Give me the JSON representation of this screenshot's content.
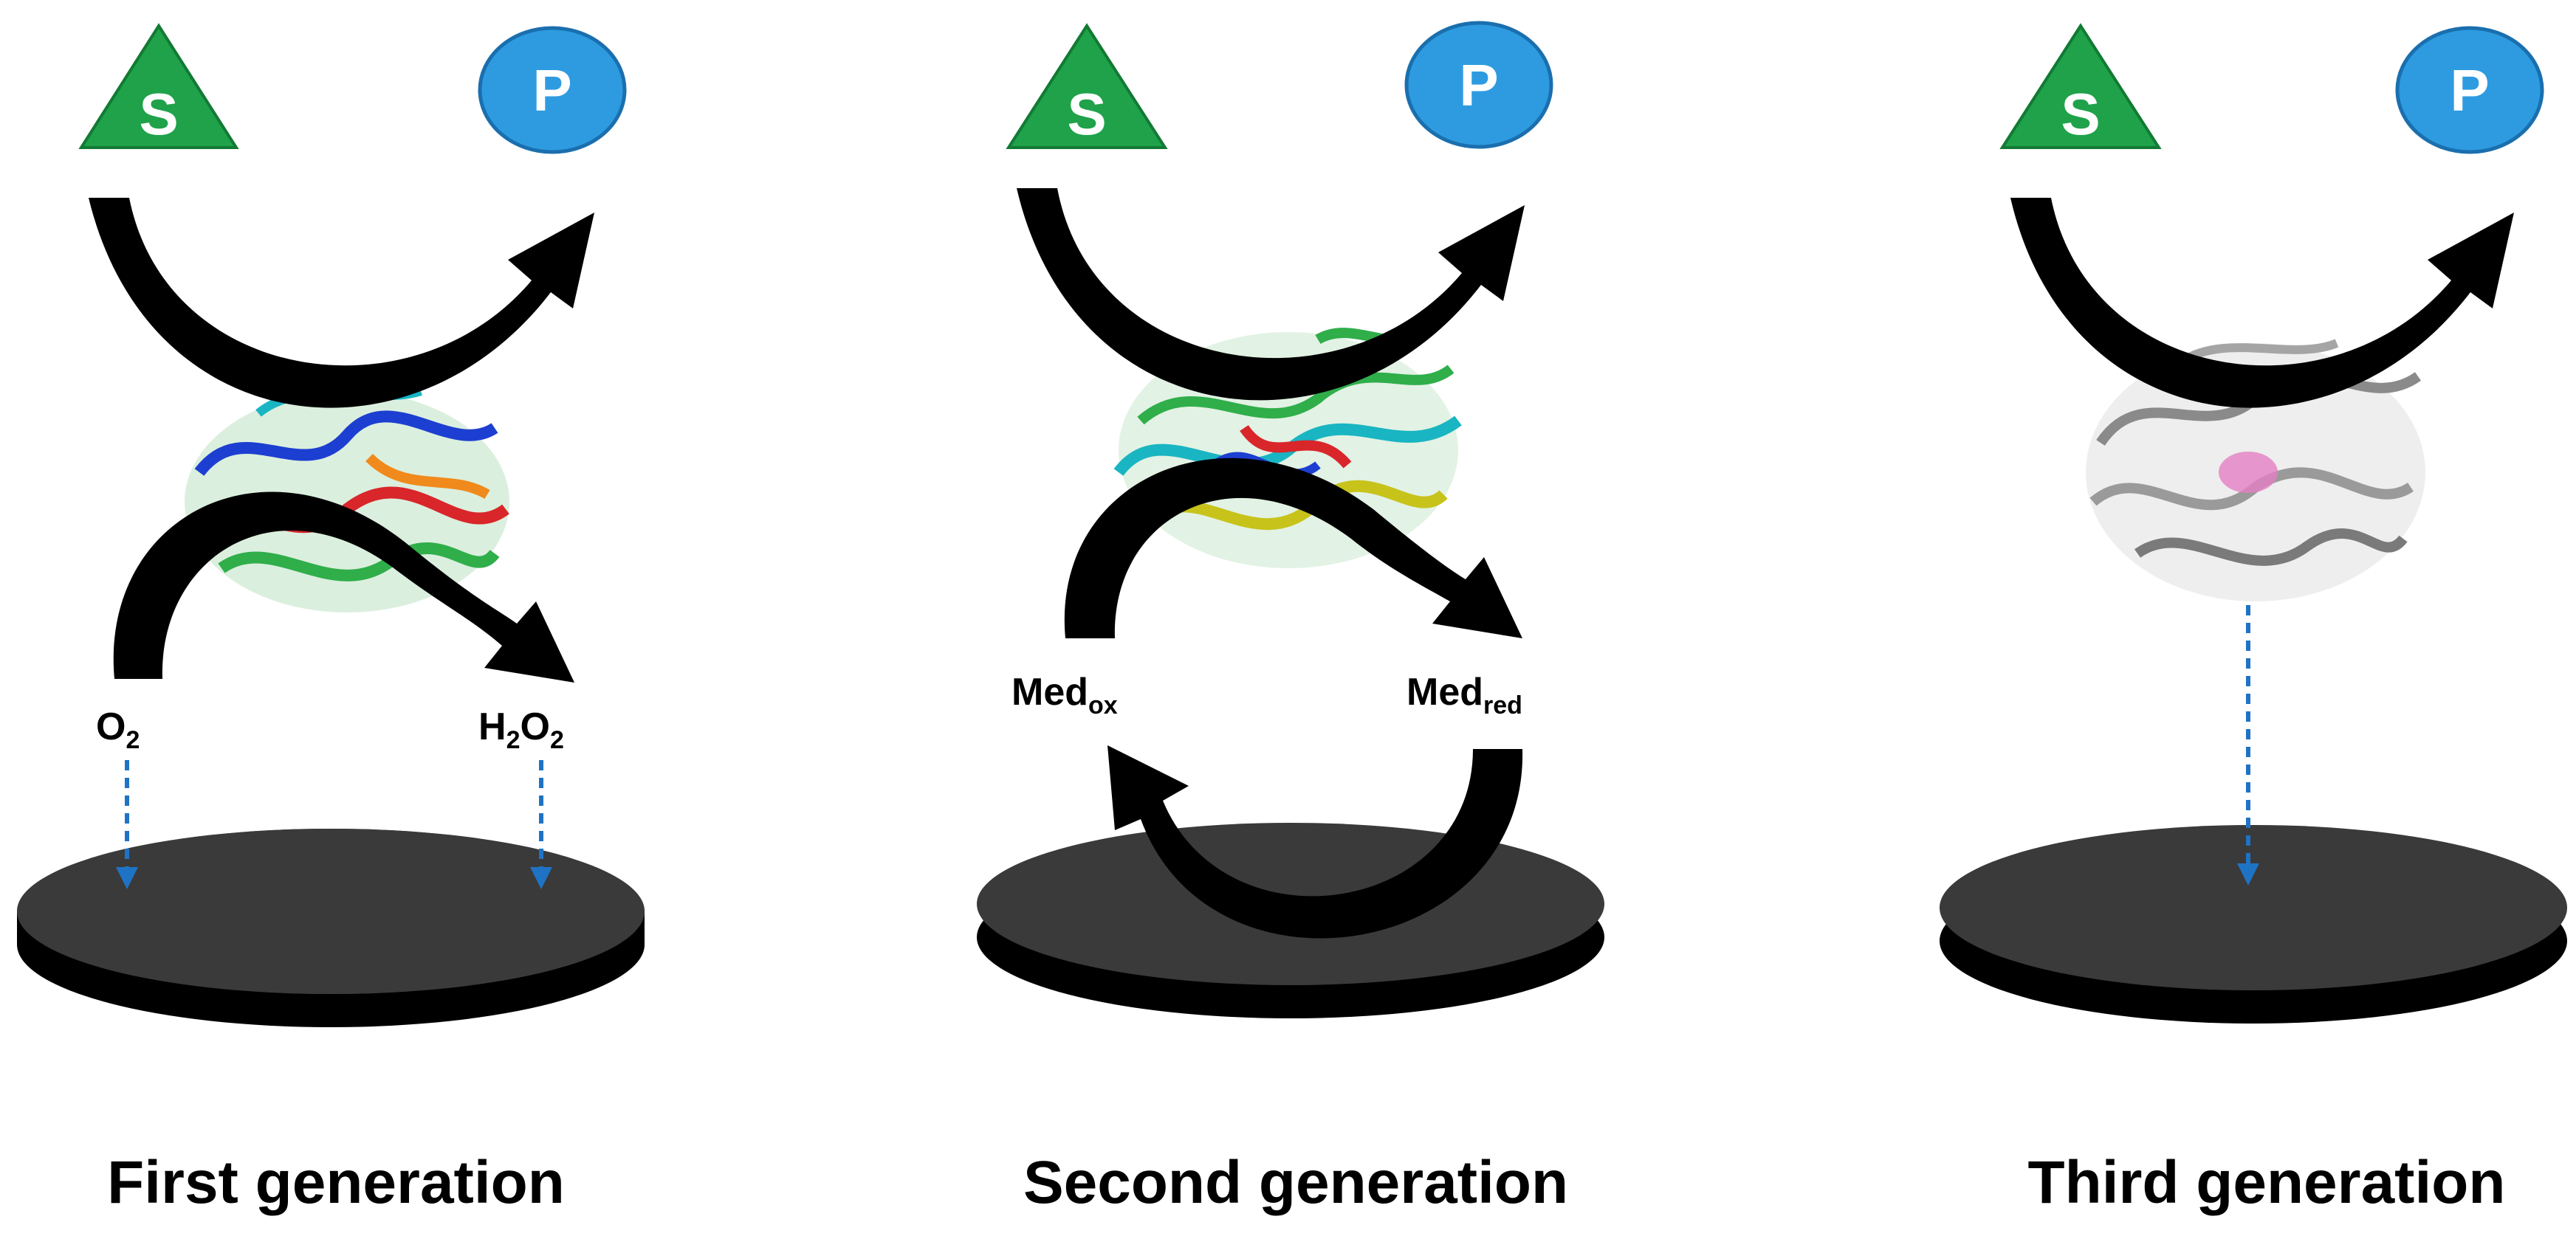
{
  "colors": {
    "substrate_fill": "#1fa24a",
    "substrate_stroke": "#127a34",
    "product_fill": "#2e9be0",
    "product_stroke": "#1a6fae",
    "arrow": "#000000",
    "electrode_top": "#3a3a3a",
    "electrode_side": "#000000",
    "dashed_arrow": "#1f73c4"
  },
  "panels": [
    {
      "substrate": "S",
      "product": "P",
      "caption": "First generation",
      "left_species": {
        "main": "O",
        "sub": "2"
      },
      "right_species": {
        "parts": [
          {
            "main": "H",
            "sub": "2"
          },
          {
            "main": "O",
            "sub": "2"
          }
        ]
      },
      "protein_icon": "multicolor-ribbon-protein"
    },
    {
      "substrate": "S",
      "product": "P",
      "caption": "Second generation",
      "left_species": {
        "main": "Med",
        "sub": "ox"
      },
      "right_species": {
        "main": "Med",
        "sub": "red"
      },
      "protein_icon": "multicolor-ribbon-protein"
    },
    {
      "substrate": "S",
      "product": "P",
      "caption": "Third generation",
      "protein_icon": "grey-ribbon-protein"
    }
  ]
}
